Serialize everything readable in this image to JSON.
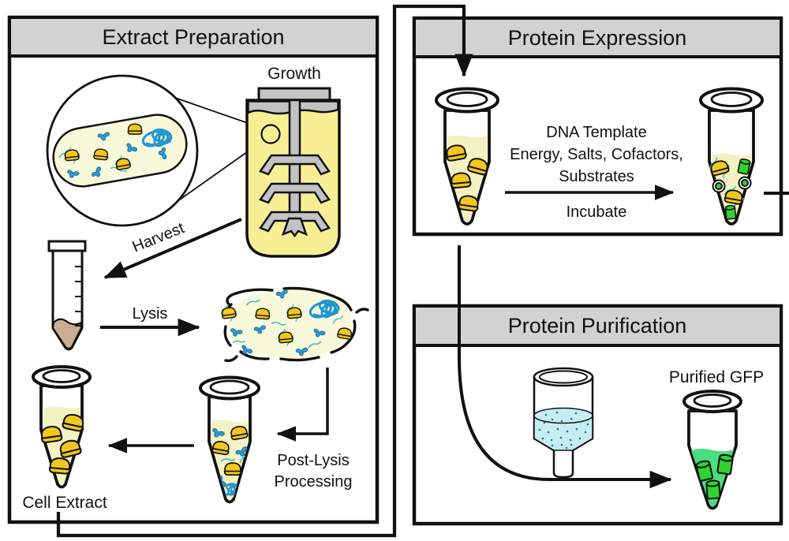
{
  "figure": {
    "type": "workflow-diagram",
    "description": "Cell-free protein expression workflow from cell extract preparation to purified GFP"
  },
  "panels": {
    "extract_preparation": {
      "title": "Extract Preparation",
      "labels": {
        "growth": "Growth",
        "harvest": "Harvest",
        "lysis": "Lysis",
        "post_lysis_line1": "Post-Lysis",
        "post_lysis_line2": "Processing",
        "cell_extract": "Cell Extract"
      }
    },
    "protein_expression": {
      "title": "Protein Expression",
      "labels": {
        "additives_line1": "DNA Template",
        "additives_line2": "Energy, Salts, Cofactors,",
        "additives_line3": "Substrates",
        "incubate": "Incubate"
      }
    },
    "protein_purification": {
      "title": "Protein Purification",
      "labels": {
        "purified_gfp": "Purified GFP"
      }
    }
  },
  "icons": {
    "ribosome-icon": "yellow ribosome blob",
    "protein-icon": "blue protein",
    "dna-tangle-icon": "tangled genomic DNA coil",
    "mrna-strand-icon": "teal mRNA strand",
    "gfp-barrel-icon": "green GFP beta-barrel",
    "bioreactor-icon": "stirred growth bioreactor",
    "conical-tube-icon": "conical harvest tube with cell pellet",
    "microcentrifuge-tube-icon": "microcentrifuge tube",
    "filter-column-icon": "purification filter column"
  },
  "colors": {
    "header_gray": "#d2d2d2",
    "equipment_gray": "#c3c3c3",
    "culture_yellow": "#f8ef94",
    "cell_pale": "#f8f9da",
    "extract_yellow": "#f4f2c2",
    "ribosome_gold": "#f2c71d",
    "protein_blue": "#2f9bd4",
    "dna_blue": "#2196d3",
    "mrna_teal": "#43b7c6",
    "gfp_green": "#2fd32f",
    "gfp_liquid_green": "#4bdc82",
    "filter_cyan": "#c6eef2",
    "pellet_brown": "#c9ae93",
    "outline_black": "#111111"
  }
}
